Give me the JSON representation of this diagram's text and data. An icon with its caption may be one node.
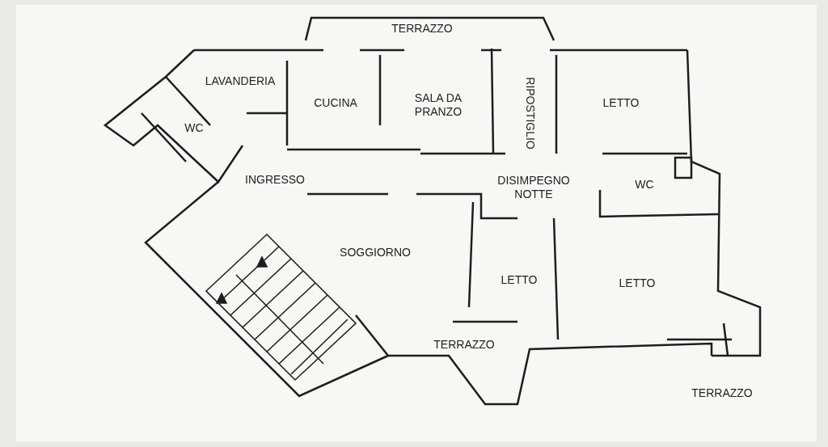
{
  "diagram": {
    "labels": [
      "TERRAZZO",
      "LAVANDERIA",
      "CUCINA",
      "SALA DA PRANZO",
      "RIPOSTIGLIO",
      "LETTO",
      "WC",
      "INGRESSO",
      "DISIMPEGNO NOTTE",
      "WC",
      "SOGGIORNO",
      "LETTO",
      "LETTO",
      "TERRAZZO",
      "TERRAZZO"
    ]
  }
}
